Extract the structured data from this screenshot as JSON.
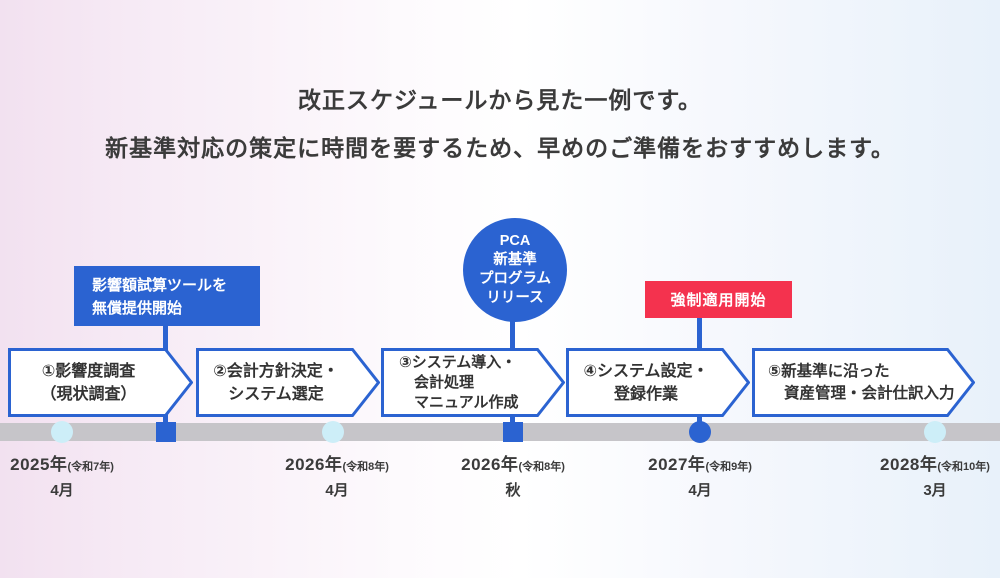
{
  "title": {
    "line1": "改正スケジュールから見た一例です。",
    "line2": "新基準対応の策定に時間を要するため、早めのご準備をおすすめします。"
  },
  "callout_free_tool": {
    "lines": [
      "影響額試算ツールを",
      "無償提供開始"
    ]
  },
  "callout_pca": {
    "lines": [
      "PCA",
      "新基準",
      "プログラム",
      "リリース"
    ]
  },
  "callout_mandatory": {
    "label": "強制適用開始"
  },
  "steps": [
    {
      "lines": [
        "①影響度調査",
        "（現状調査）"
      ]
    },
    {
      "lines": [
        "②会計方針決定・",
        "システム選定"
      ]
    },
    {
      "lines": [
        "③システム導入・",
        "会計処理",
        "マニュアル作成"
      ]
    },
    {
      "lines": [
        "④システム設定・",
        "登録作業"
      ]
    },
    {
      "lines": [
        "⑤新基準に沿った",
        "資産管理・会計仕訳入力"
      ]
    }
  ],
  "timeline_labels": [
    {
      "year": "2025年",
      "era": "(令和7年)",
      "period": "4月"
    },
    {
      "year": "2026年",
      "era": "(令和8年)",
      "period": "4月"
    },
    {
      "year": "2026年",
      "era": "(令和8年)",
      "period": "秋"
    },
    {
      "year": "2027年",
      "era": "(令和9年)",
      "period": "4月"
    },
    {
      "year": "2028年",
      "era": "(令和10年)",
      "period": "3月"
    }
  ],
  "markers": [
    "circle-light",
    "square-blue",
    "circle-light",
    "square-blue",
    "circle-blue",
    "circle-light"
  ],
  "colors": {
    "accent_blue": "#2b63d1",
    "accent_red": "#f4324e",
    "bar_gray": "#c6c5c9",
    "marker_light_blue": "#cdeef8",
    "text_dark": "#3b3b3b",
    "bg_left_pink": "#f2e1f0",
    "bg_right_blue": "#e8f1fa"
  }
}
